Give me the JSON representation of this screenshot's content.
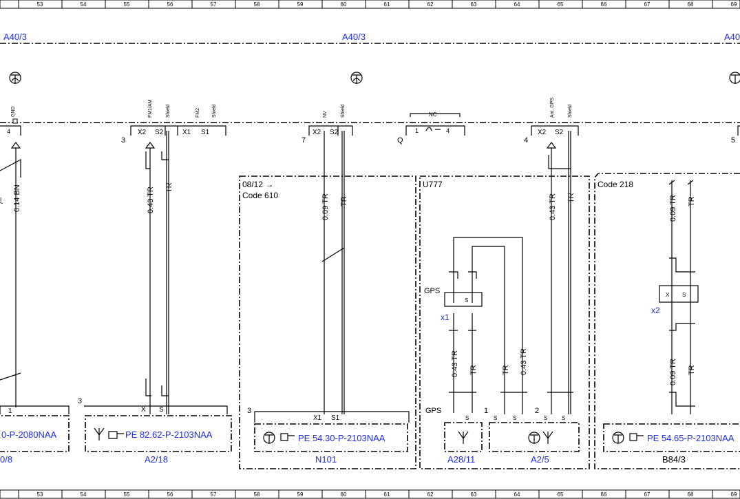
{
  "grid_numbers": [
    "53",
    "54",
    "55",
    "56",
    "57",
    "58",
    "59",
    "60",
    "61",
    "62",
    "63",
    "64",
    "65",
    "66",
    "67",
    "68",
    "69"
  ],
  "bus_labels": [
    "A40/3",
    "A40/3",
    "A40"
  ],
  "pin_numbers": {
    "p3": "3",
    "p7": "7",
    "pQ": "Q",
    "p4": "4",
    "p5": "5",
    "p1_left": "1",
    "p3_a218": "3",
    "p3_n101": "3",
    "p1_a25": "1",
    "p2_a25": "2"
  },
  "connector_pins": {
    "gnd": "GND",
    "gnd_num": "4",
    "fm1am": "FM1/AM",
    "shield": "Shield",
    "fm2": "FM2",
    "x2": "X2",
    "s2": "S2",
    "x1": "X1",
    "s1": "S1",
    "nv": "NV",
    "nc": "NC",
    "nc_1": "1",
    "nc_4": "4",
    "ant_gps": "Ant. GPS",
    "x": "X",
    "s": "S"
  },
  "wire_labels": [
    "0.14 BN",
    "0.43 TR",
    "TR",
    "0.09 TR",
    "TR",
    "0.43 TR",
    "TR",
    "0.09 TR",
    "TR",
    "0.43 TR",
    "TR",
    "TR",
    "0.43 TR",
    "0.09 TR",
    "TR"
  ],
  "frames": {
    "n101_cond": "08/12 →",
    "n101_code": "Code 610",
    "u777": "U777",
    "b84_code": "Code 218"
  },
  "splices": {
    "gps1": "GPS",
    "x1": "x1",
    "x2": "x2",
    "gps2": "GPS"
  },
  "components": [
    {
      "ref": "0/8",
      "pe": "0-P-2080NAA"
    },
    {
      "ref": "A2/18",
      "pe": "PE 82.62-P-2103NAA"
    },
    {
      "ref": "N101",
      "pe": "PE 54.30-P-2103NAA"
    },
    {
      "ref": "A28/11",
      "pe": ""
    },
    {
      "ref": "A2/5",
      "pe": ""
    },
    {
      "ref": "B84/3",
      "pe": "PE 54.65-P-2103NAA"
    }
  ],
  "colors": {
    "link": "#1f2fd6",
    "line": "#000000"
  }
}
